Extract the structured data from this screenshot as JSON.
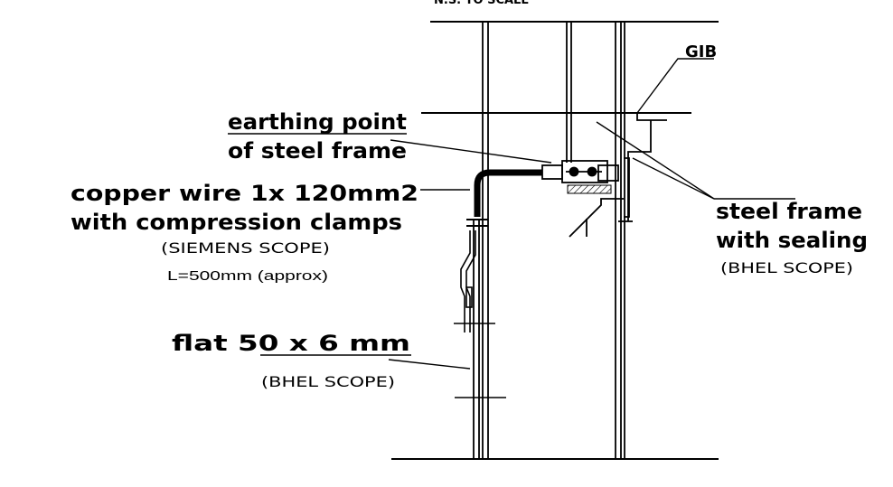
{
  "labels": {
    "header_cut": "N.S. TO SCALE",
    "gib": "GIB",
    "earthing_line1": "earthing point",
    "earthing_line2": "of steel frame",
    "copper_line1": "copper wire 1x 120mm2",
    "copper_line2": "with compression clamps",
    "siemens_scope": "(SIEMENS SCOPE)",
    "length_note": "L=500mm (approx)",
    "steel_line1": "steel frame",
    "steel_line2": "with sealing",
    "bhel_scope_right": "(BHEL SCOPE)",
    "flat_label": "flat 50 x 6 mm",
    "bhel_scope_left": "(BHEL SCOPE)"
  }
}
